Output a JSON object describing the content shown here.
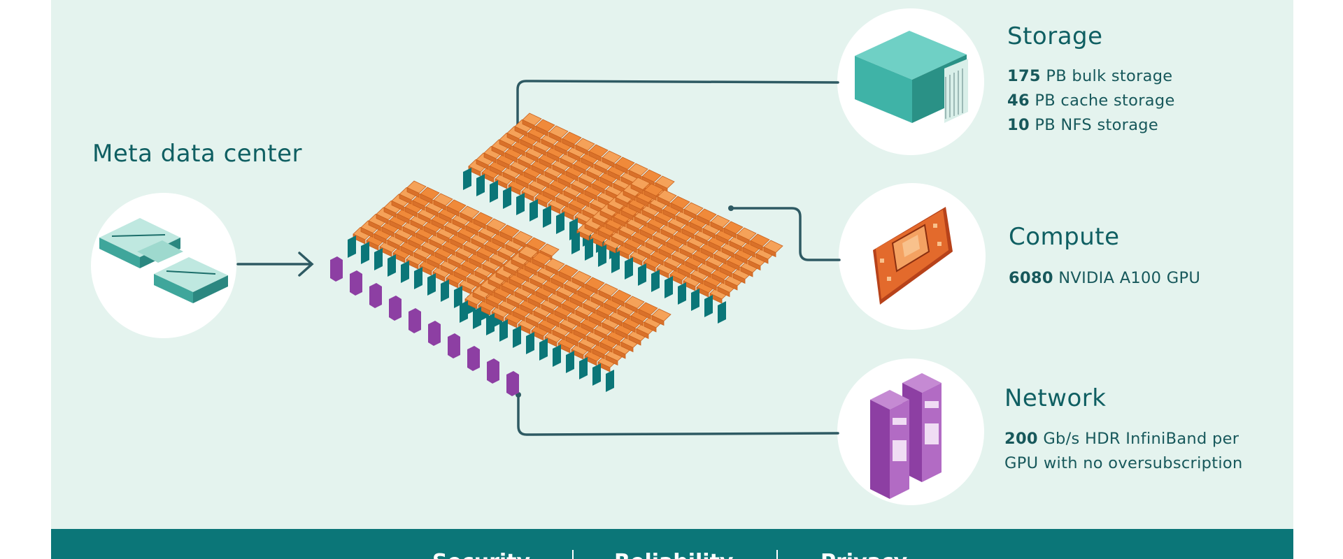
{
  "data_center": {
    "label": "Meta data center"
  },
  "storage": {
    "title": "Storage",
    "items": [
      {
        "value": "175",
        "text": " PB bulk storage"
      },
      {
        "value": "46",
        "text": " PB cache storage"
      },
      {
        "value": "10",
        "text": " PB NFS storage"
      }
    ]
  },
  "compute": {
    "title": "Compute",
    "items": [
      {
        "value": "6080",
        "text": " NVIDIA A100 GPU"
      }
    ]
  },
  "network": {
    "title": "Network",
    "items": [
      {
        "value": "200",
        "text": " Gb/s HDR InfiniBand per"
      },
      {
        "value": "",
        "text": "GPU with no oversubscription"
      }
    ]
  },
  "footer": {
    "labels": [
      "Security",
      "Reliability",
      "Privacy"
    ]
  },
  "colors": {
    "teal_dark": "#0b7678",
    "gpu_orange": "#f08a3a",
    "network_purple": "#8d3fa3",
    "storage_teal": "#3fb3a7"
  }
}
